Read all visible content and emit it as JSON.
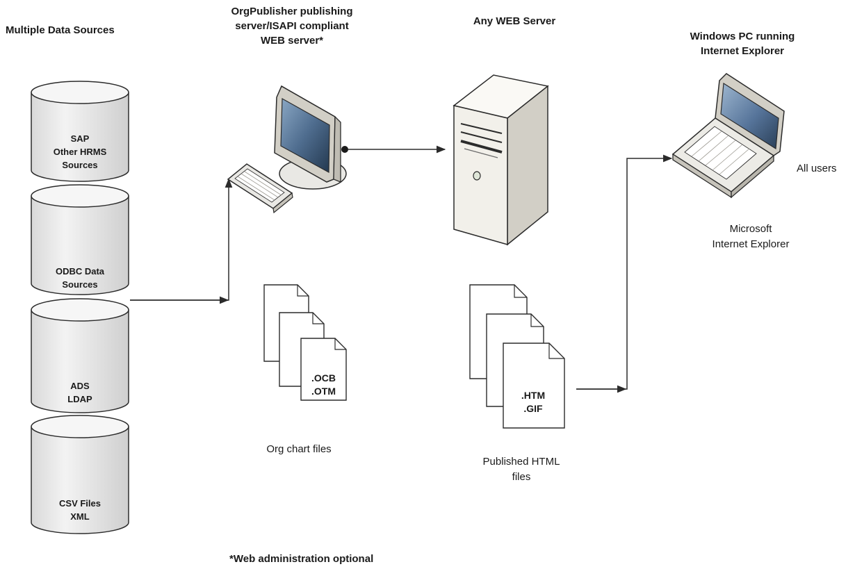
{
  "headers": {
    "data_sources": "Multiple Data Sources",
    "publishing_server": [
      "OrgPublisher publishing",
      "server/ISAPI compliant",
      "WEB server*"
    ],
    "web_server": "Any WEB Server",
    "client": [
      "Windows PC running",
      "Internet Explorer"
    ]
  },
  "databases": [
    {
      "lines": [
        "SAP",
        "Other HRMS",
        "Sources"
      ]
    },
    {
      "lines": [
        "ODBC Data",
        "Sources"
      ]
    },
    {
      "lines": [
        "ADS",
        "LDAP"
      ]
    },
    {
      "lines": [
        "CSV Files",
        "XML"
      ]
    }
  ],
  "org_chart_files": {
    "extensions": [
      ".OCB",
      ".OTM"
    ],
    "caption": "Org chart files"
  },
  "published_files": {
    "extensions": [
      ".HTM",
      ".GIF"
    ],
    "caption": [
      "Published HTML",
      "files"
    ]
  },
  "client_labels": {
    "users": "All users",
    "browser": [
      "Microsoft",
      "Internet Explorer"
    ]
  },
  "footnote": "*Web administration optional",
  "colors": {
    "stroke": "#2b2b2b",
    "cylinder_fill": "#ececec",
    "cylinder_shade": "#cfcfcf",
    "case_front": "#f2f0ea",
    "case_side": "#d2cfc6",
    "case_top": "#faf9f5",
    "screen_blue": "#4f6d8f",
    "paper": "#ffffff"
  }
}
